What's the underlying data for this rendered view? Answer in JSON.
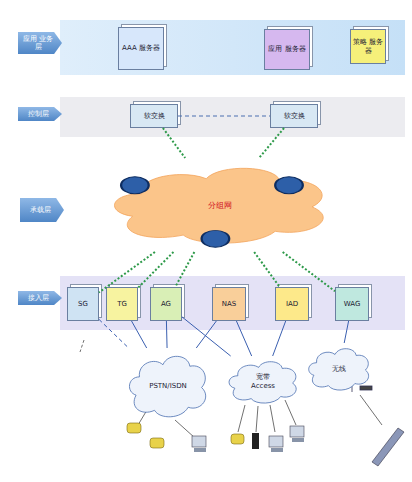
{
  "diagram": {
    "nodes": [
      {
        "text": [
          "应用 业务层"
        ]
      },
      {
        "text": [
          "AAA 服务器"
        ],
        "in": 0
      },
      {
        "text": [
          "应用 服务器"
        ],
        "in": 0
      },
      {
        "text": [
          "策略 服务器"
        ],
        "in": 0
      },
      {
        "text": [
          "控制层"
        ]
      },
      {
        "text": [
          "软交换"
        ],
        "in": 4
      },
      {
        "text": [
          "软交换"
        ],
        "in": 4
      },
      {
        "text": [
          "承载层"
        ]
      },
      {
        "text": [
          "分组网"
        ]
      },
      {
        "text": [
          "接入层"
        ]
      },
      {
        "text": [
          "SG"
        ],
        "in": 9
      },
      {
        "text": [
          "TG"
        ],
        "in": 9
      },
      {
        "text": [
          "AG"
        ],
        "in": 9
      },
      {
        "text": [
          "NAS"
        ],
        "in": 9
      },
      {
        "text": [
          "IAD"
        ],
        "in": 9
      },
      {
        "text": [
          "WAG"
        ],
        "in": 9
      },
      {
        "text": [
          "PSTN/ISDN"
        ]
      },
      {
        "text": [
          "宽带",
          "Access"
        ]
      },
      {
        "text": [
          "无线"
        ]
      }
    ],
    "edges": [
      {
        "from": 5,
        "to": 6,
        "arrow": "none"
      },
      {
        "from": 5,
        "to": 8,
        "arrow": "none"
      },
      {
        "from": 6,
        "to": 8,
        "arrow": "none"
      },
      {
        "from": 8,
        "to": 10,
        "arrow": "none"
      },
      {
        "from": 8,
        "to": 11,
        "arrow": "none"
      },
      {
        "from": 8,
        "to": 12,
        "arrow": "none"
      },
      {
        "from": 8,
        "to": 14,
        "arrow": "none"
      },
      {
        "from": 8,
        "to": 15,
        "arrow": "none"
      },
      {
        "from": 10,
        "to": 16,
        "arrow": "none"
      },
      {
        "from": 11,
        "to": 16,
        "arrow": "none"
      },
      {
        "from": 12,
        "to": 16,
        "arrow": "none"
      },
      {
        "from": 13,
        "to": 16,
        "arrow": "none"
      },
      {
        "from": 12,
        "to": 17,
        "arrow": "none"
      },
      {
        "from": 13,
        "to": 17,
        "arrow": "none"
      },
      {
        "from": 14,
        "to": 17,
        "arrow": "none"
      },
      {
        "from": 15,
        "to": 18,
        "arrow": "none"
      }
    ]
  }
}
